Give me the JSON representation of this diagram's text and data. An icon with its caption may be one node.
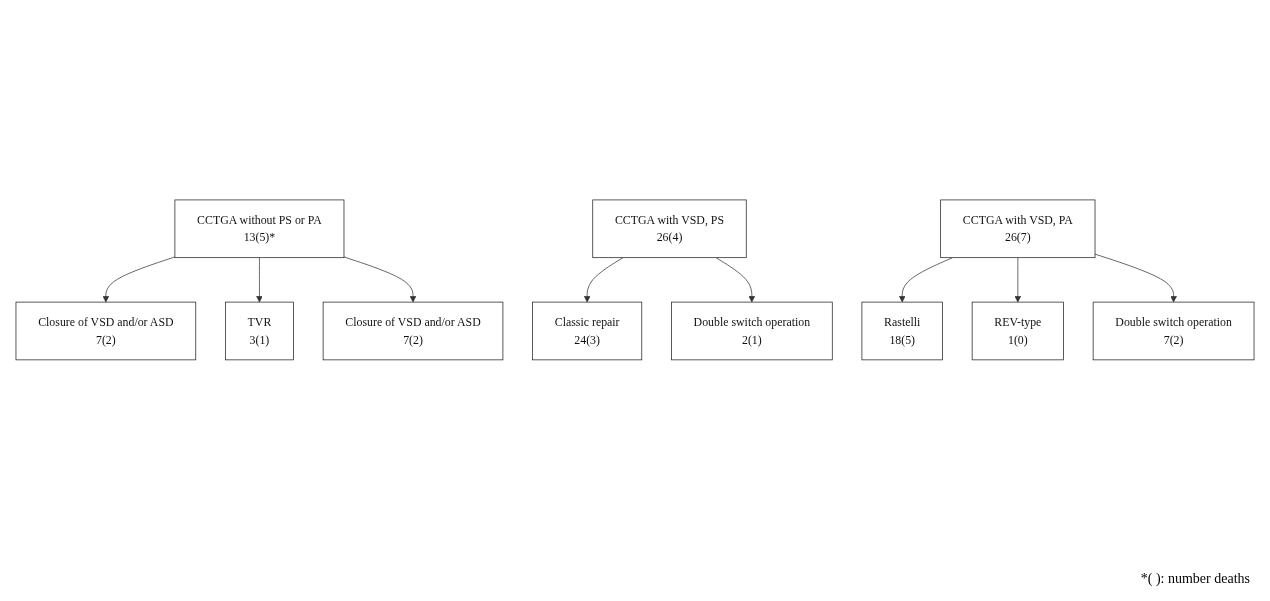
{
  "diagram": {
    "nodes": [
      {
        "text": [
          "CCTGA without PS or PA",
          "13(5)*"
        ]
      },
      {
        "text": [
          "Closure of VSD and/or ASD",
          "7(2)"
        ]
      },
      {
        "text": [
          "TVR",
          "3(1)"
        ]
      },
      {
        "text": [
          "Closure of VSD and/or ASD",
          "7(2)"
        ]
      },
      {
        "text": [
          "CCTGA with VSD, PS",
          "26(4)"
        ]
      },
      {
        "text": [
          "Classic repair",
          "24(3)"
        ]
      },
      {
        "text": [
          "Double switch operation",
          "2(1)"
        ]
      },
      {
        "text": [
          "CCTGA with VSD, PA",
          "26(7)"
        ]
      },
      {
        "text": [
          "Rastelli",
          "18(5)"
        ]
      },
      {
        "text": [
          "REV-type",
          "1(0)"
        ]
      },
      {
        "text": [
          "Double switch operation",
          "7(2)"
        ]
      }
    ],
    "edges": [
      {
        "from": 0,
        "to": 1,
        "arrow": "to"
      },
      {
        "from": 0,
        "to": 2,
        "arrow": "to"
      },
      {
        "from": 0,
        "to": 3,
        "arrow": "to"
      },
      {
        "from": 4,
        "to": 5,
        "arrow": "to"
      },
      {
        "from": 4,
        "to": 6,
        "arrow": "to"
      },
      {
        "from": 7,
        "to": 8,
        "arrow": "to"
      },
      {
        "from": 7,
        "to": 9,
        "arrow": "to"
      },
      {
        "from": 7,
        "to": 10,
        "arrow": "to"
      }
    ],
    "labels": [
      "*( ): number deaths"
    ]
  }
}
